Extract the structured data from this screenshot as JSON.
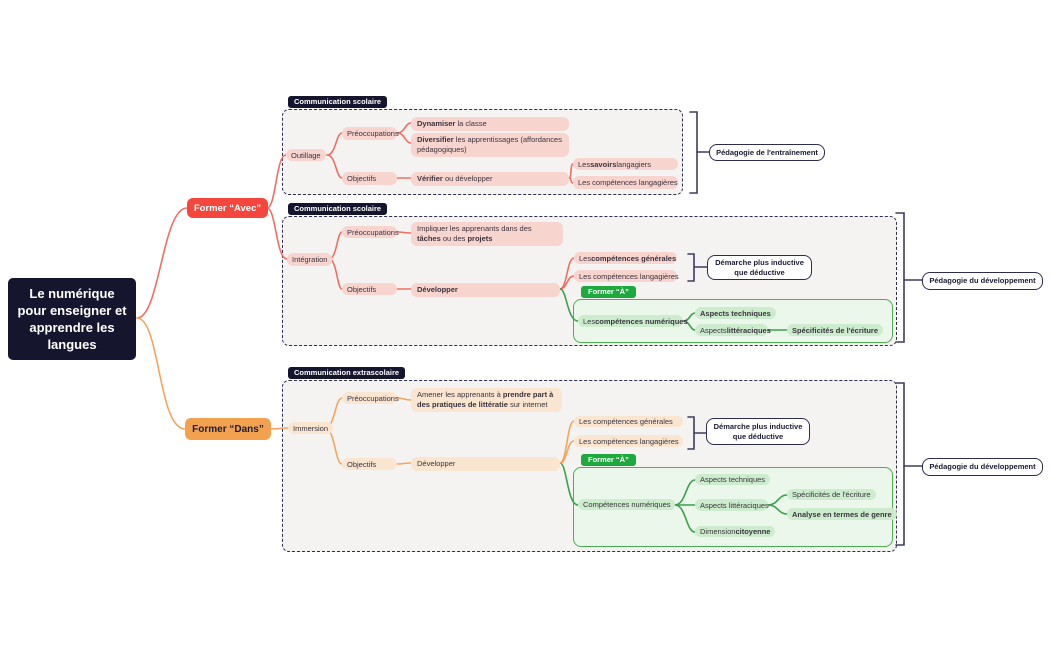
{
  "root": {
    "label": "Le numérique pour enseigner et apprendre les langues"
  },
  "branches": {
    "avec": "Former “Avec”",
    "dans": "Former “Dans”"
  },
  "colors": {
    "navy": "#15152e",
    "red": "#f4463c",
    "red_line": "#ee6f63",
    "pink_node": "#f8d4ce",
    "orange": "#f2a24e",
    "orange_line": "#f3a55f",
    "tan_node": "#f9e5d0",
    "green": "#1fa83d",
    "green_line": "#3aa24b",
    "green_node": "#cdeccd",
    "bracket": "#3d3d5e"
  },
  "s1": {
    "label": "Communication scolaire",
    "root": "Outillage",
    "preoccupations": "Préoccupations",
    "objectifs": "Objectifs",
    "leaf1": [
      {
        "t": "Dynamiser",
        "b": true
      },
      {
        "t": " la classe"
      }
    ],
    "leaf2": [
      {
        "t": "Diversifier",
        "b": true
      },
      {
        "t": " les apprentissages (affordances pédagogiques)"
      }
    ],
    "verb": [
      {
        "t": "Vérifier",
        "b": true
      },
      {
        "t": " ou développer"
      }
    ],
    "out1": [
      {
        "t": "Les "
      },
      {
        "t": "savoirs",
        "b": true
      },
      {
        "t": " langagiers"
      }
    ],
    "out2": "Les compétences langagières",
    "outcome": "Pédagogie de l'entraînement"
  },
  "s2": {
    "label": "Communication scolaire",
    "root": "Intégration",
    "preoccupations": "Préoccupations",
    "objectifs": "Objectifs",
    "leaf1": [
      {
        "t": "Impliquer les apprenants dans des "
      },
      {
        "t": "tâches",
        "b": true
      },
      {
        "t": " ou des "
      },
      {
        "t": "projets",
        "b": true
      }
    ],
    "verb": [
      {
        "t": "Développer",
        "b": true
      }
    ],
    "out1": [
      {
        "t": "Les "
      },
      {
        "t": "compétences générales",
        "b": true
      }
    ],
    "out2": "Les compétences langagières",
    "demarche": "Démarche plus inductive que déductive",
    "former_a": "Former “À”",
    "num": [
      {
        "t": "Les "
      },
      {
        "t": "compétences numériques",
        "b": true
      }
    ],
    "tech": [
      {
        "t": "Aspects techniques",
        "b": true
      }
    ],
    "litt": [
      {
        "t": "Aspects "
      },
      {
        "t": "littéraciques",
        "b": true
      }
    ],
    "spec": [
      {
        "t": "Spécificités de l'écriture",
        "b": true
      }
    ],
    "outcome": "Pédagogie du développement"
  },
  "s3": {
    "label": "Communication extrascolaire",
    "root": "Immersion",
    "preoccupations": "Préoccupations",
    "objectifs": "Objectifs",
    "leaf1": [
      {
        "t": "Amener les apprenants à "
      },
      {
        "t": "prendre part à des pratiques de littératie",
        "b": true
      },
      {
        "t": " sur internet"
      }
    ],
    "verb": "Développer",
    "out1": "Les compétences générales",
    "out2": "Les compétences langagières",
    "demarche": "Démarche plus inductive que déductive",
    "former_a": "Former “À”",
    "num": "Compétences numériques",
    "tech": "Aspects techniques",
    "litt": "Aspects littéraciques",
    "spec": "Spécificités de l'écriture",
    "analyse": [
      {
        "t": "Analyse en termes de genre",
        "b": true
      }
    ],
    "dim": [
      {
        "t": "Dimension "
      },
      {
        "t": "citoyenne",
        "b": true
      }
    ],
    "outcome": "Pédagogie du développement"
  }
}
